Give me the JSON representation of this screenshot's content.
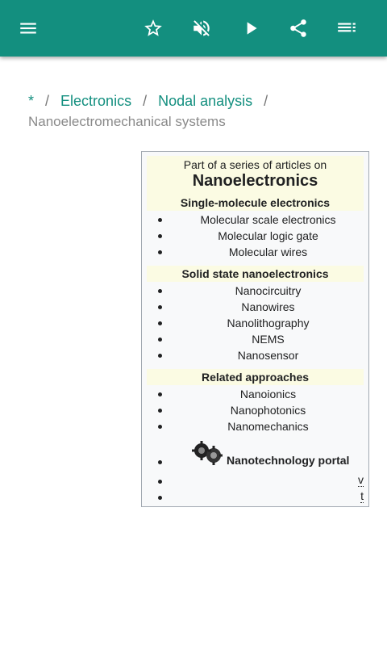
{
  "appbar": {
    "bg_color": "#138f7f",
    "icons": [
      "menu-icon",
      "star-icon",
      "volume-off-icon",
      "play-icon",
      "share-icon",
      "playlist-icon"
    ]
  },
  "breadcrumb": {
    "root": "*",
    "sep": "/",
    "items": [
      "Electronics",
      "Nodal analysis"
    ],
    "current": "Nanoelectromechanical systems"
  },
  "infobox": {
    "above": "Part of a series of articles on",
    "title": "Nanoelectronics",
    "sections": [
      {
        "heading": "Single-molecule electronics",
        "items": [
          "Molecular scale electronics",
          "Molecular logic gate",
          "Molecular wires"
        ]
      },
      {
        "heading": "Solid state nanoelectronics",
        "items": [
          "Nanocircuitry",
          "Nanowires",
          "Nanolithography",
          "NEMS",
          "Nanosensor"
        ]
      },
      {
        "heading": "Related approaches",
        "items": [
          "Nanoionics",
          "Nanophotonics",
          "Nanomechanics"
        ]
      }
    ],
    "portal": "Nanotechnology portal",
    "footer": [
      "v",
      "t"
    ]
  }
}
